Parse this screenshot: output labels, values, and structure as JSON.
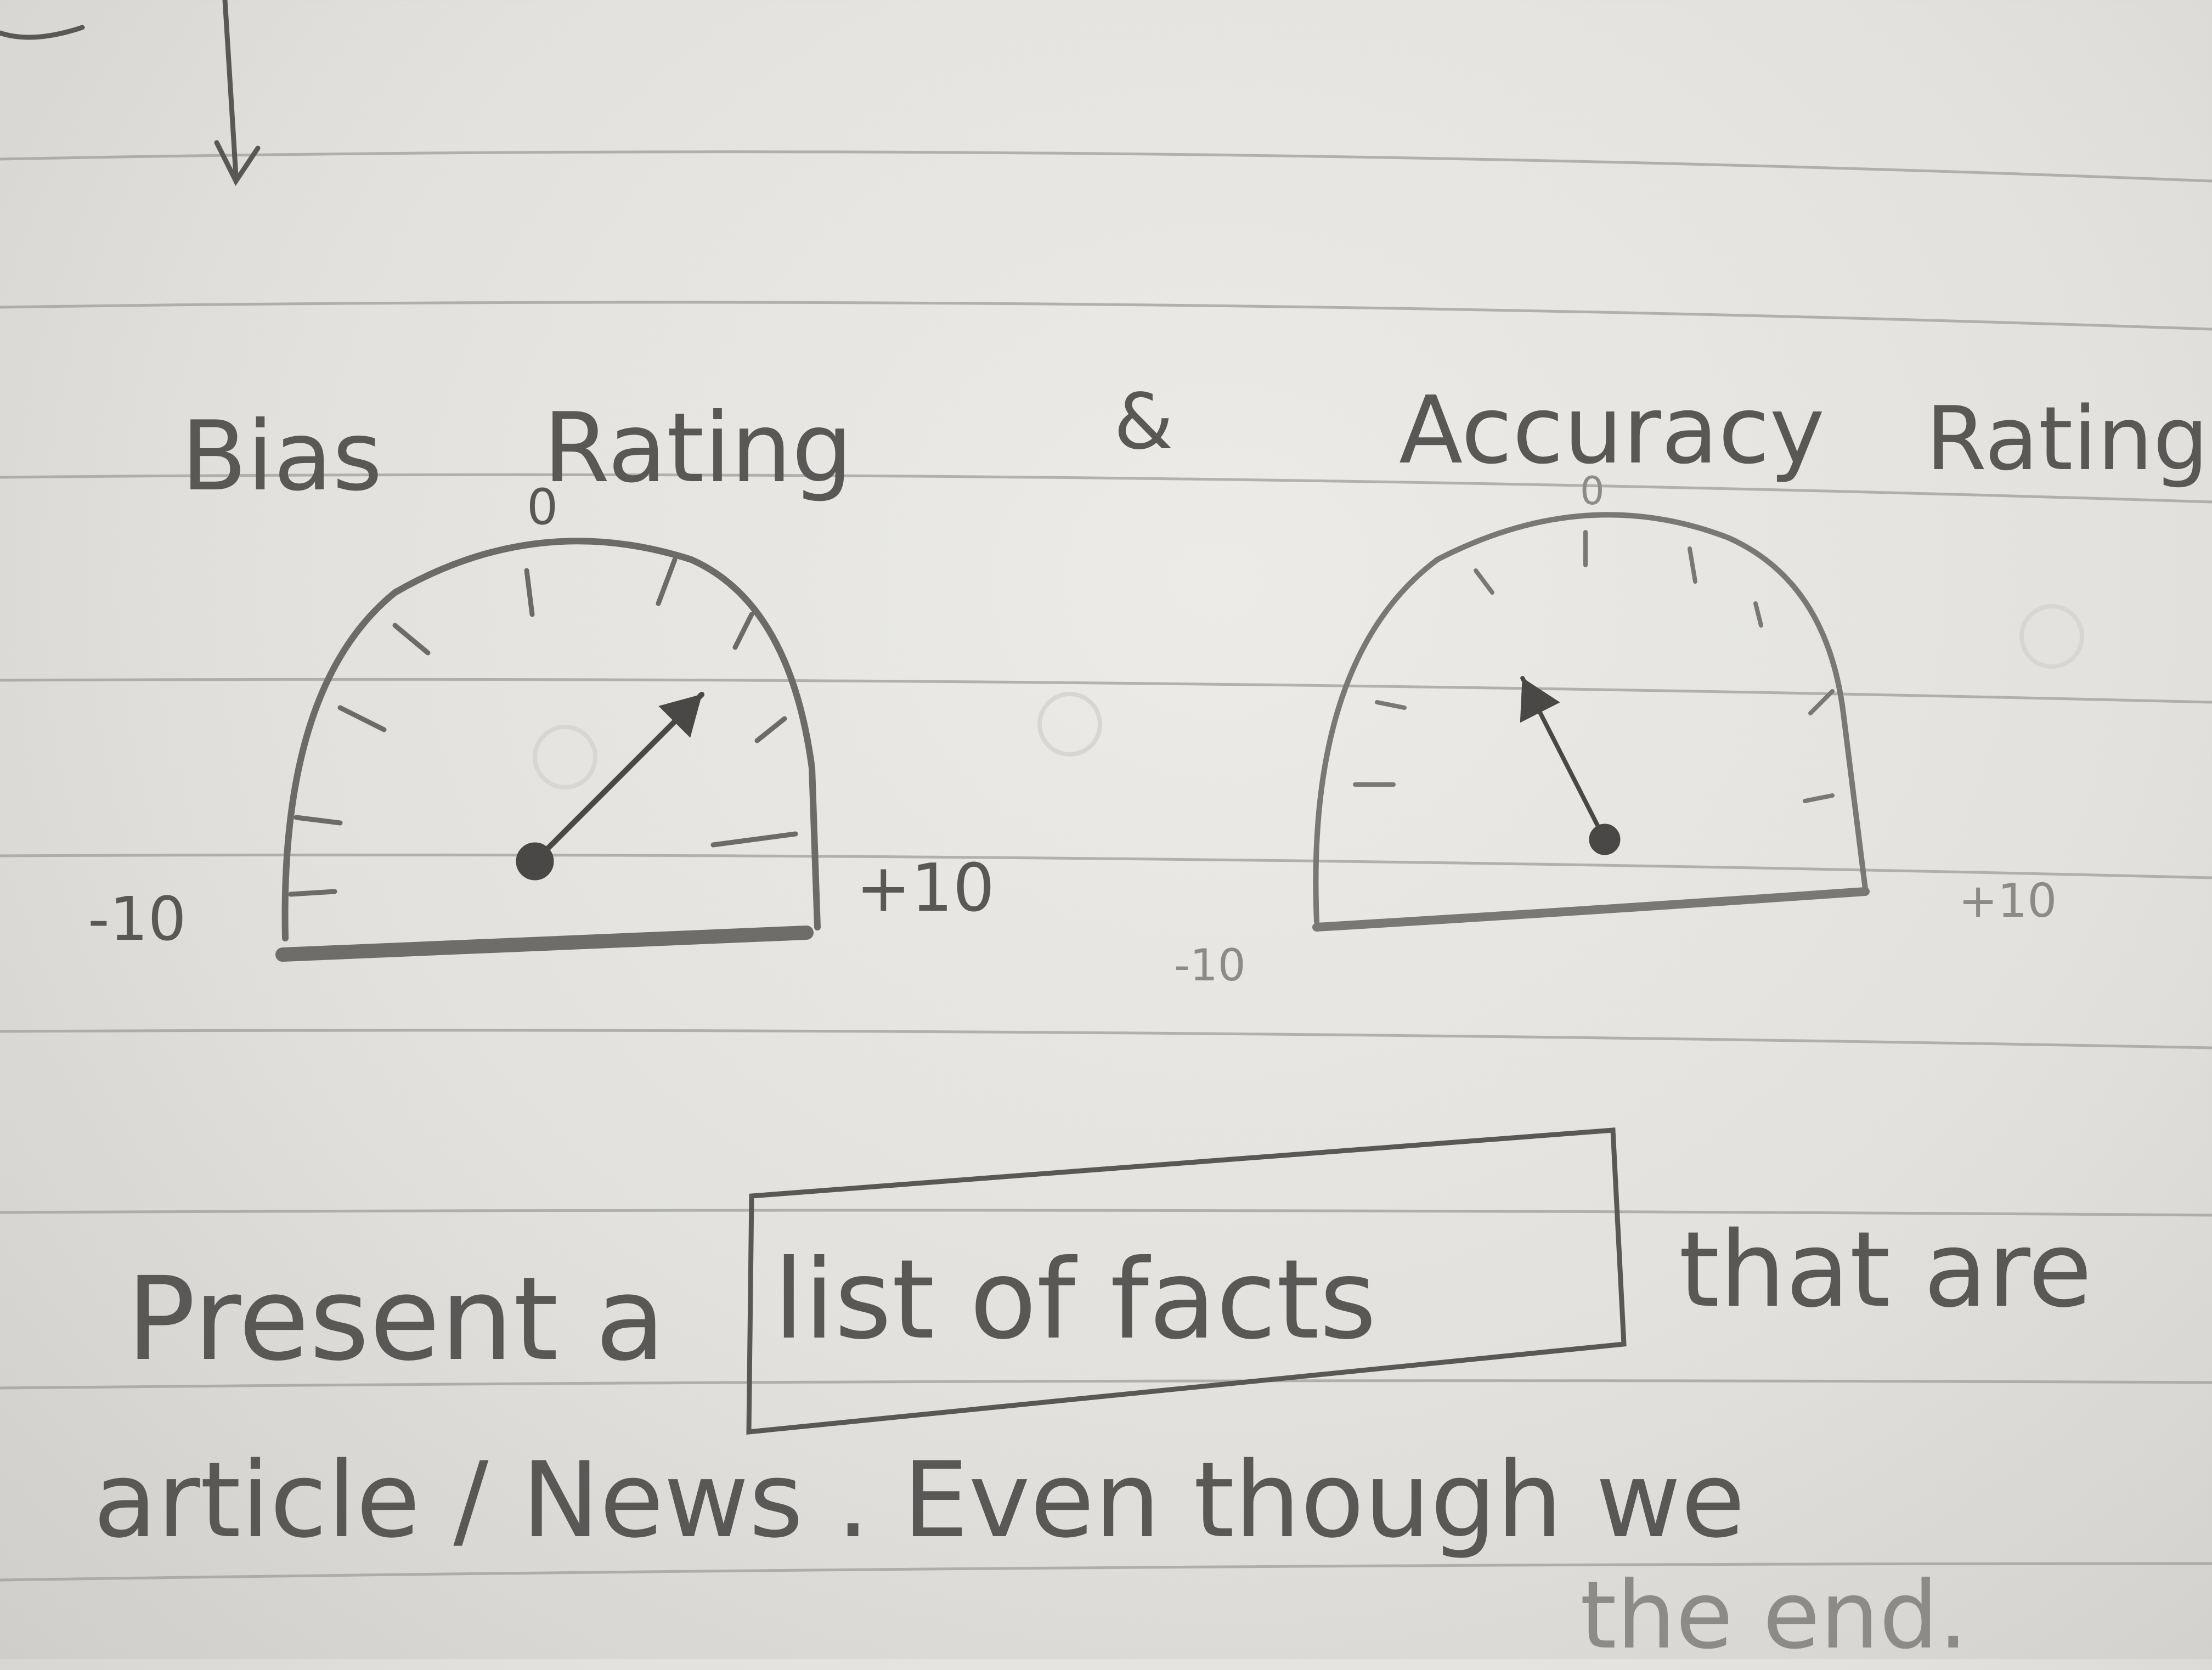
{
  "note": {
    "heading": {
      "left_word_1": "Bias",
      "left_word_2": "Rating",
      "ampersand": "&",
      "right_word_1": "Accuracy",
      "right_word_2": "Rating"
    },
    "gauges": [
      {
        "name": "Bias Rating",
        "top_label": "0",
        "min_label": "-10",
        "max_label": "+10",
        "needle_value": 5,
        "range": [
          -10,
          10
        ]
      },
      {
        "name": "Accuracy Rating",
        "top_label": "0",
        "min_label": "-10",
        "max_label": "+10",
        "needle_value": -3,
        "range": [
          -10,
          10
        ]
      }
    ],
    "text_line_1": {
      "before_box": "Present a",
      "boxed": "list of facts",
      "after_box": "that are"
    },
    "text_line_2": "article / News .   Even though we",
    "text_line_3": "the end."
  },
  "colors": {
    "paper": "#e4e3e0",
    "rule_line": "#9e9d9a",
    "pencil": "#5a5856",
    "pencil_light": "#8d8b88"
  }
}
